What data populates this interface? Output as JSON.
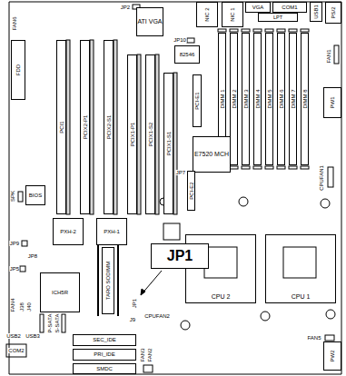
{
  "diagram": {
    "nodes": [
      {
        "text": [
          "ATI VGA"
        ]
      },
      {
        "text": [
          "NIC 2"
        ]
      },
      {
        "text": [
          "NIC 1"
        ]
      },
      {
        "text": [
          "VGA"
        ]
      },
      {
        "text": [
          "COM1"
        ]
      },
      {
        "text": [
          "USB1"
        ]
      },
      {
        "text": [
          "PS/2"
        ]
      },
      {
        "text": [
          "LPT"
        ]
      },
      {
        "text": [
          "82546"
        ]
      },
      {
        "text": [
          "FDD"
        ]
      },
      {
        "text": [
          "PCI1"
        ]
      },
      {
        "text": [
          "PCIX2-P1"
        ]
      },
      {
        "text": [
          "PCIX2-S1"
        ]
      },
      {
        "text": [
          "PCIX1-P1"
        ]
      },
      {
        "text": [
          "PCIX1-S2"
        ]
      },
      {
        "text": [
          "PCIX1-S1"
        ]
      },
      {
        "text": [
          "PCI-E1"
        ]
      },
      {
        "text": [
          "DIMM 1"
        ]
      },
      {
        "text": [
          "DIMM 2"
        ]
      },
      {
        "text": [
          "DIMM 3"
        ]
      },
      {
        "text": [
          "DIMM 4"
        ]
      },
      {
        "text": [
          "DIMM 5"
        ]
      },
      {
        "text": [
          "DIMM 6"
        ]
      },
      {
        "text": [
          "DIMM 7"
        ]
      },
      {
        "text": [
          "DIMM 8"
        ]
      },
      {
        "text": [
          "PW1"
        ]
      },
      {
        "text": [
          "BIOS"
        ]
      },
      {
        "text": [
          "E7520 MCH"
        ]
      },
      {
        "text": [
          "PCI-E2"
        ]
      },
      {
        "text": [
          "PXH-2"
        ]
      },
      {
        "text": [
          "PXH-1"
        ]
      },
      {
        "text": [
          "TARO SODIMM"
        ]
      },
      {
        "text": [
          "ICH5R"
        ]
      },
      {
        "text": [
          "CPU 2"
        ]
      },
      {
        "text": [
          "CPU 1"
        ]
      },
      {
        "text": [
          "JP1"
        ]
      },
      {
        "text": [
          "SEC_IDE"
        ]
      },
      {
        "text": [
          "PRI_IDE"
        ]
      },
      {
        "text": [
          "SMDC"
        ]
      },
      {
        "text": [
          "PW2"
        ]
      }
    ],
    "labels": [
      "JP2",
      "JP10",
      "FAN6",
      "FAN1",
      "SPK",
      "CPUFAN1",
      "JP7",
      "JP9",
      "JP8",
      "JP5",
      "JP1",
      "J9",
      "CPUFAN2",
      "FAN4",
      "J38",
      "J40",
      "USB2",
      "USB3",
      "P-SATA",
      "S-SATA",
      "COM2",
      "FAN3",
      "FAN2",
      "FAN5"
    ]
  }
}
